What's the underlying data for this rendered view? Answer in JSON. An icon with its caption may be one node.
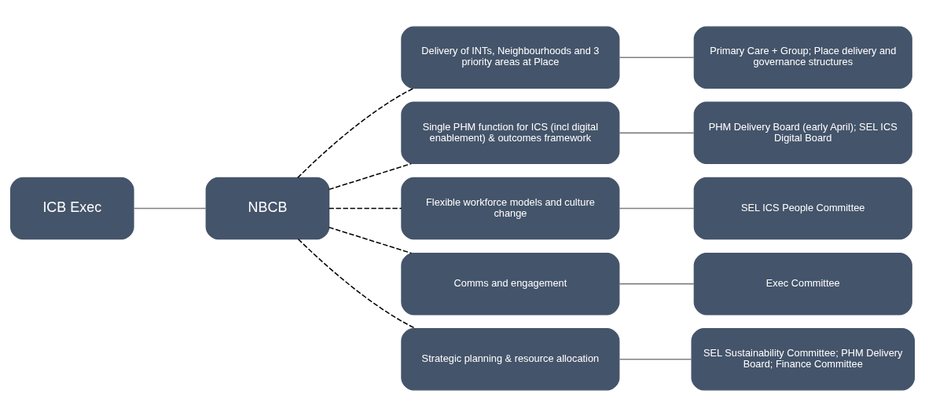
{
  "diagram": {
    "nodes": [
      {
        "text": [
          "ICB Exec"
        ]
      },
      {
        "text": [
          "NBCB"
        ]
      },
      {
        "text": [
          "Delivery of INTs, Neighbourhoods and 3 priority areas at Place"
        ]
      },
      {
        "text": [
          "Single PHM function for ICS (incl digital enablement) & outcomes framework"
        ]
      },
      {
        "text": [
          "Flexible workforce models and culture change"
        ]
      },
      {
        "text": [
          "Comms and engagement"
        ]
      },
      {
        "text": [
          "Strategic planning & resource allocation"
        ]
      },
      {
        "text": [
          "Primary Care + Group; Place delivery and governance structures"
        ]
      },
      {
        "text": [
          "PHM Delivery Board (early April); SEL ICS Digital Board"
        ]
      },
      {
        "text": [
          "SEL ICS People Committee"
        ]
      },
      {
        "text": [
          "Exec Committee"
        ]
      },
      {
        "text": [
          "SEL Sustainability Committee; PHM Delivery Board; Finance Committee"
        ]
      }
    ],
    "edges": [
      {
        "from": 0,
        "to": 1,
        "arrow": "none"
      },
      {
        "from": 1,
        "to": 2,
        "arrow": "none",
        "style": "dashed",
        "color": "#000000"
      },
      {
        "from": 1,
        "to": 3,
        "arrow": "none",
        "style": "dashed",
        "color": "#000000"
      },
      {
        "from": 1,
        "to": 4,
        "arrow": "none",
        "style": "dashed",
        "color": "#000000"
      },
      {
        "from": 1,
        "to": 5,
        "arrow": "none",
        "style": "dashed",
        "color": "#000000"
      },
      {
        "from": 1,
        "to": 6,
        "arrow": "none",
        "style": "dashed",
        "color": "#000000"
      },
      {
        "from": 2,
        "to": 7,
        "arrow": "none"
      },
      {
        "from": 3,
        "to": 8,
        "arrow": "none"
      },
      {
        "from": 4,
        "to": 9,
        "arrow": "none"
      },
      {
        "from": 5,
        "to": 10,
        "arrow": "none"
      },
      {
        "from": 6,
        "to": 11,
        "arrow": "none"
      }
    ]
  }
}
